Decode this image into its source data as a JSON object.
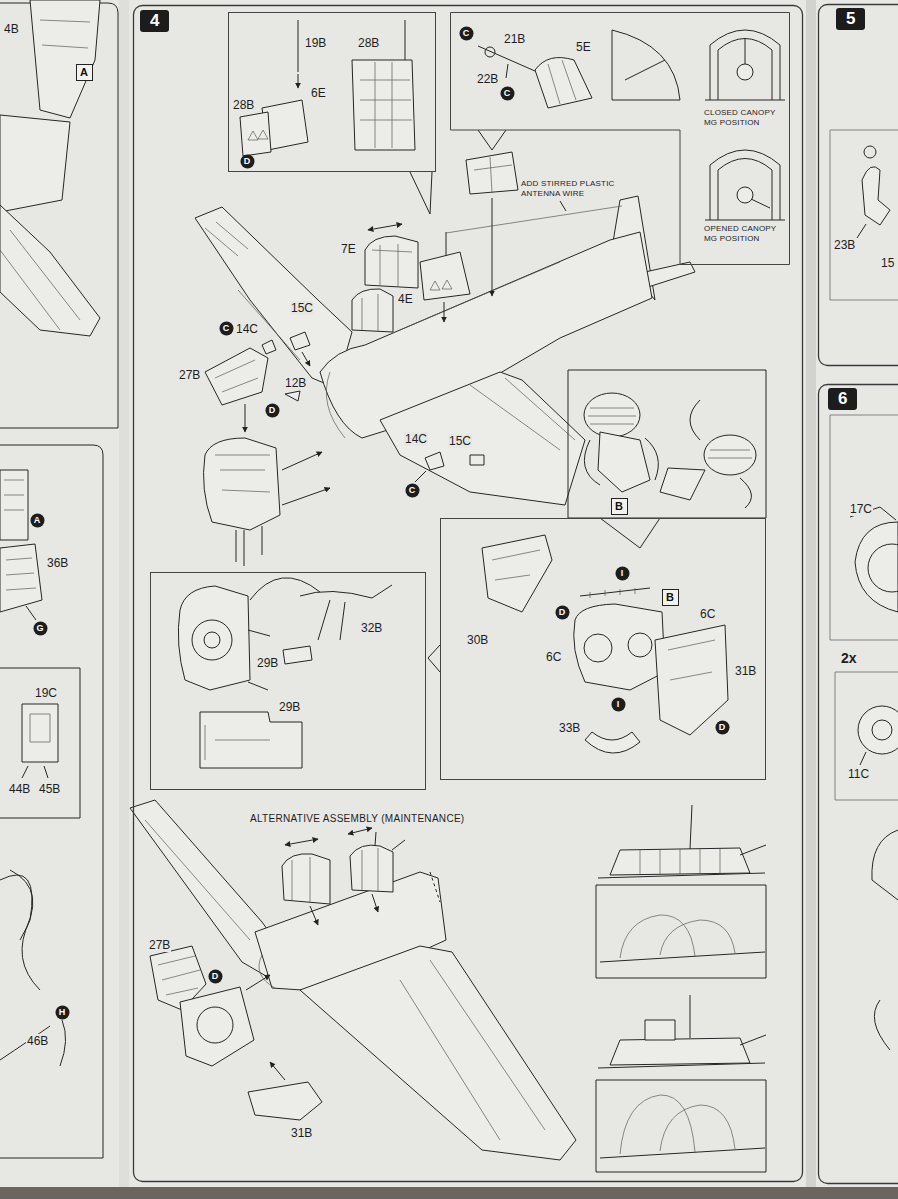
{
  "diagram": {
    "nodes": [
      {
        "text": [
          "4",
          "ADD STIRRED PLASTIC ANTENNA WIRE",
          "7E",
          "4E",
          "15C",
          "14C",
          "27B",
          "12B",
          "14C",
          "15C",
          "ALTERNATIVE ASSEMBLY (MAINTENANCE)",
          "27B",
          "31B"
        ]
      },
      {
        "text": [
          "19B",
          "28B",
          "6E",
          "28B"
        ],
        "in": 0
      },
      {
        "text": [
          "D"
        ],
        "in": 1
      },
      {
        "text": [
          "21B",
          "22B",
          "5E",
          "CLOSED CANOPY MG POSITION",
          "OPENED CANOPY MG POSITION"
        ],
        "in": 0
      },
      {
        "text": [
          "C"
        ],
        "in": 3
      },
      {
        "text": [
          "C"
        ],
        "in": 3
      },
      {
        "text": [
          "C"
        ],
        "in": 0
      },
      {
        "text": [
          "D"
        ],
        "in": 0
      },
      {
        "text": [
          "C"
        ],
        "in": 0
      },
      {
        "text": [
          "B"
        ],
        "in": 0
      },
      {
        "text": [
          "30B",
          "6C",
          "6C",
          "31B",
          "33B"
        ],
        "in": 0
      },
      {
        "text": [
          "B"
        ],
        "in": 10
      },
      {
        "text": [
          "I"
        ],
        "in": 10
      },
      {
        "text": [
          "D"
        ],
        "in": 10
      },
      {
        "text": [
          "I"
        ],
        "in": 10
      },
      {
        "text": [
          "D"
        ],
        "in": 10
      },
      {
        "text": [
          "32B",
          "29B",
          "29B"
        ],
        "in": 0
      },
      {
        "text": [
          "D"
        ],
        "in": 0
      },
      {
        "text": [
          "5",
          "23B",
          "15"
        ]
      },
      {
        "text": [
          "6",
          "17C",
          "2x",
          "11C"
        ]
      },
      {
        "text": [
          "A"
        ]
      },
      {
        "text": [
          "A"
        ]
      },
      {
        "text": [
          "G"
        ]
      },
      {
        "text": [
          "H"
        ]
      }
    ],
    "labels": [
      "4B",
      "36B",
      "19C",
      "44B",
      "45B",
      "46B"
    ]
  }
}
